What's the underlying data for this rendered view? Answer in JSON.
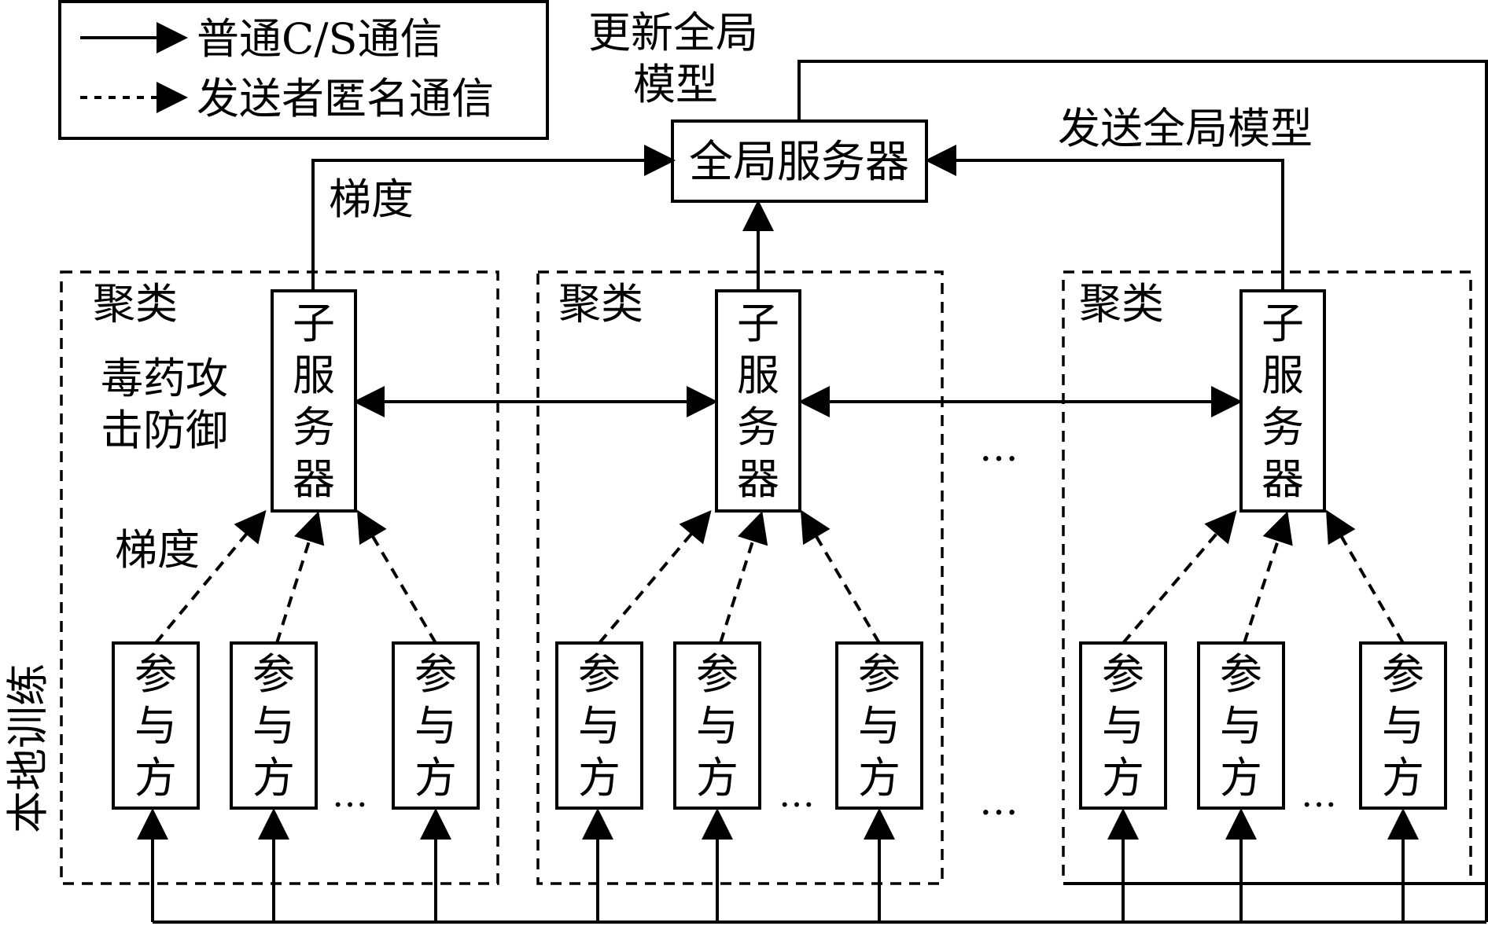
{
  "legend": {
    "normal": "普通C/S通信",
    "anonymous": "发送者匿名通信"
  },
  "global_server": "全局服务器",
  "update_label_line1": "更新全局",
  "update_label_line2": "模型",
  "send_global_label": "发送全局模型",
  "gradient_top_label": "梯度",
  "gradient_label": "梯度",
  "cluster_label": "聚类",
  "poison_line1": "毒药攻",
  "poison_line2": "击防御",
  "sub_server_chars": [
    "子",
    "服",
    "务",
    "器"
  ],
  "participant_chars": [
    "参",
    "与",
    "方"
  ],
  "local_training": "本地训练",
  "ellipsis": "…"
}
